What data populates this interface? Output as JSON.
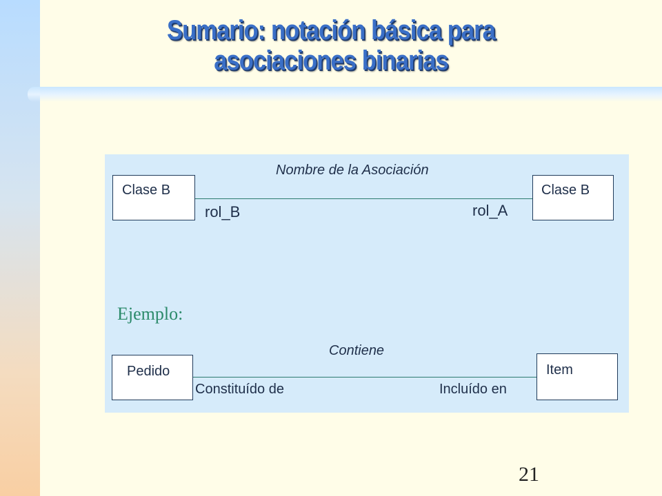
{
  "slide": {
    "title_line1": "Sumario: notación básica para",
    "title_line2": "asociaciones binarias",
    "page_number": "21"
  },
  "notation": {
    "association_name": "Nombre de la Asociación",
    "class_left": "Clase B",
    "class_right": "Clase B",
    "role_left": "rol_B",
    "role_right": "rol_A"
  },
  "example": {
    "label": "Ejemplo:",
    "association_name": "Contiene",
    "class_left": "Pedido",
    "class_right": "Item",
    "role_left": "Constituído de",
    "role_right": "Incluído en"
  },
  "colors": {
    "title": "#3a6fc7",
    "panel": "#d6ebfa",
    "association_line": "#2b7a6e",
    "example_label": "#2b8a6a"
  }
}
